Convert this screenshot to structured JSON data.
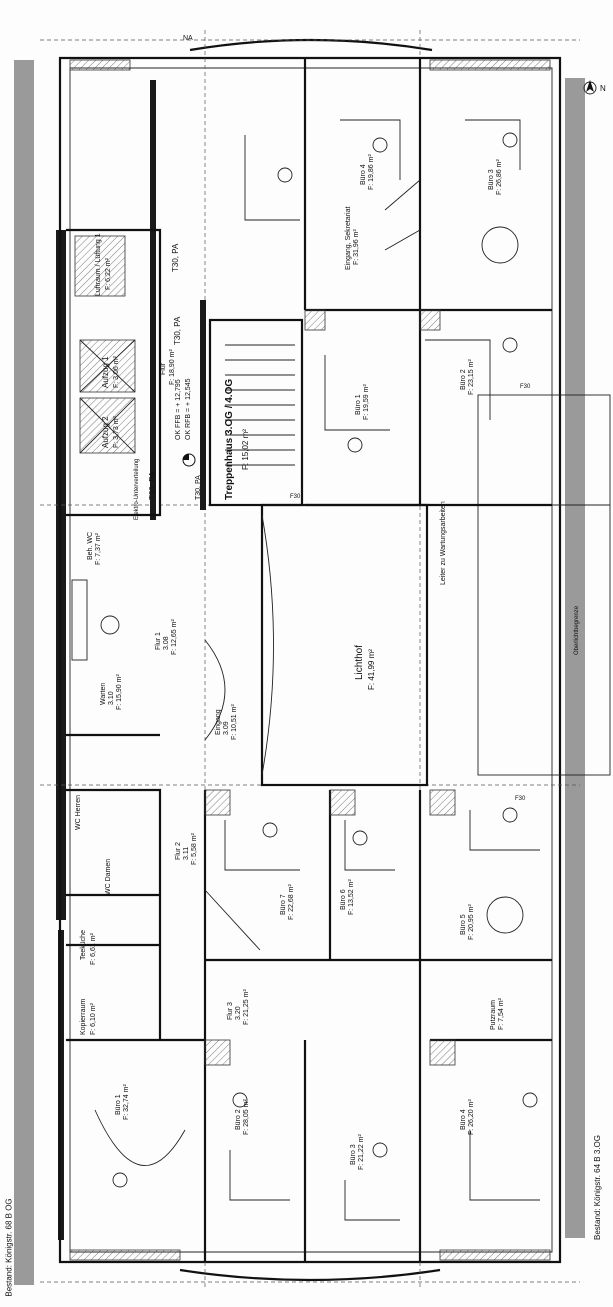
{
  "labels": {
    "left_caption": "Bestand: Königstr. 68 B OG",
    "right_caption": "Bestand: Königstr. 64 B 3.OG",
    "north": "N",
    "top_right_na": "NA",
    "staircase": "Treppenhaus 3.OG / 4.OG",
    "staircase_area": "F: 15,02 m²",
    "lichthof": "Lichthof",
    "lichthof_area": "F: 41,99 m²",
    "level_ok": "OK FFB = + 12,795",
    "level_ok2": "OK RFB = + 12,545",
    "lift1": "Aufzug 1",
    "lift1_area": "F: 3,06 m²",
    "lift2": "Aufzug 2",
    "lift2_area": "F: 3,73 m²",
    "luftraum": "Luftraum / Lüftung 1",
    "luftraum_area": "F: 6,22 m²",
    "t30_1": "T30, PA",
    "t30_2": "T30, PA",
    "t30_3": "T30, PA",
    "t30_4": "T30, PA",
    "flur": "Flur",
    "flur_area": "F: 18,90 m²",
    "flur1": "Flur 1",
    "flur1_num": "3.08",
    "flur1_area": "F: 12,65 m²",
    "flur2": "Flur 2",
    "flur2_num": "3.11",
    "flur2_area": "F: 5,58 m²",
    "flur3": "Flur 3",
    "flur3_num": "3.20",
    "flur3_area": "F: 21,25 m²",
    "warten": "Warten",
    "warten_num": "3.10",
    "warten_area": "F: 15,90 m²",
    "eingang": "Eingang",
    "eingang_num": "3.09",
    "eingang_area": "F: 10,51 m²",
    "beh_wc": "Beh. WC",
    "beh_wc_area": "F: 7,37 m²",
    "wc_herren": "WC Herren",
    "wc_damen": "WC Damen",
    "teekueche": "Teeküche",
    "teekueche_area": "F: 6,61 m²",
    "kopierraum": "Kopierraum",
    "kopierraum_area": "F: 6,10 m²",
    "elektro": "Elektro-Unterverteilung",
    "buero1_left": "Büro 1",
    "buero1_left_area": "F: 32,74 m²",
    "buero2": "Büro 2",
    "buero2_area": "F: 28,05 m²",
    "buero3": "Büro 3",
    "buero3_area": "F: 21,22 m²",
    "buero4": "Büro 4",
    "buero4_area": "F: 26,20 m²",
    "buero5": "Büro 5",
    "buero5_area": "F: 20,95 m²",
    "buero6": "Büro 6",
    "buero6_area": "F: 13,52 m²",
    "buero7": "Büro 7",
    "buero7_area": "F: 22,68 m²",
    "buero1_right": "Büro 1",
    "buero1_right_area": "F: 19,59 m²",
    "buero2_right": "Büro 2",
    "buero2_right_area": "F: 23,15 m²",
    "buero3_right": "Büro 3",
    "buero3_right_area": "F: 26,86 m²",
    "buero4_right": "Büro 4",
    "buero4_right_area": "F: 19,86 m²",
    "eingang_right": "Eingang, Sekretariat",
    "eingang_right_area": "F: 31,96 m²",
    "putzraum": "Putzraum",
    "putzraum_area": "F: 7,54 m²",
    "leiter": "Leiter zu Wartungsarbeiten",
    "lueftung": "Oberlichtbegrenze",
    "f30_1": "F30",
    "f30_2": "F30",
    "f30_3": "F30"
  }
}
